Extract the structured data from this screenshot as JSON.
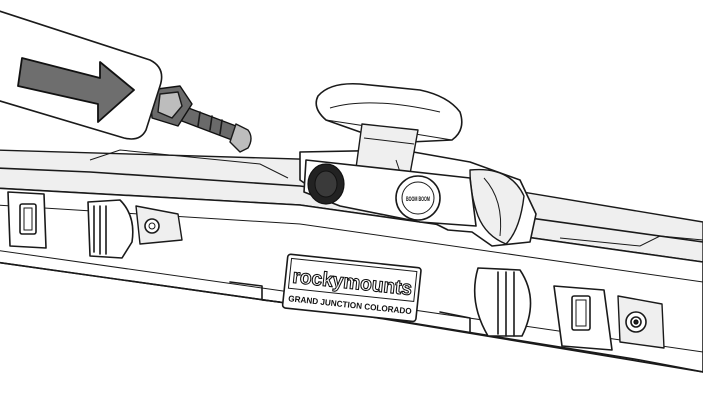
{
  "logo": {
    "wordmark": "rockymounts",
    "tagline": "GRAND JUNCTION COLORADO"
  },
  "lock_cylinder_label": "BOOM BOOM"
}
